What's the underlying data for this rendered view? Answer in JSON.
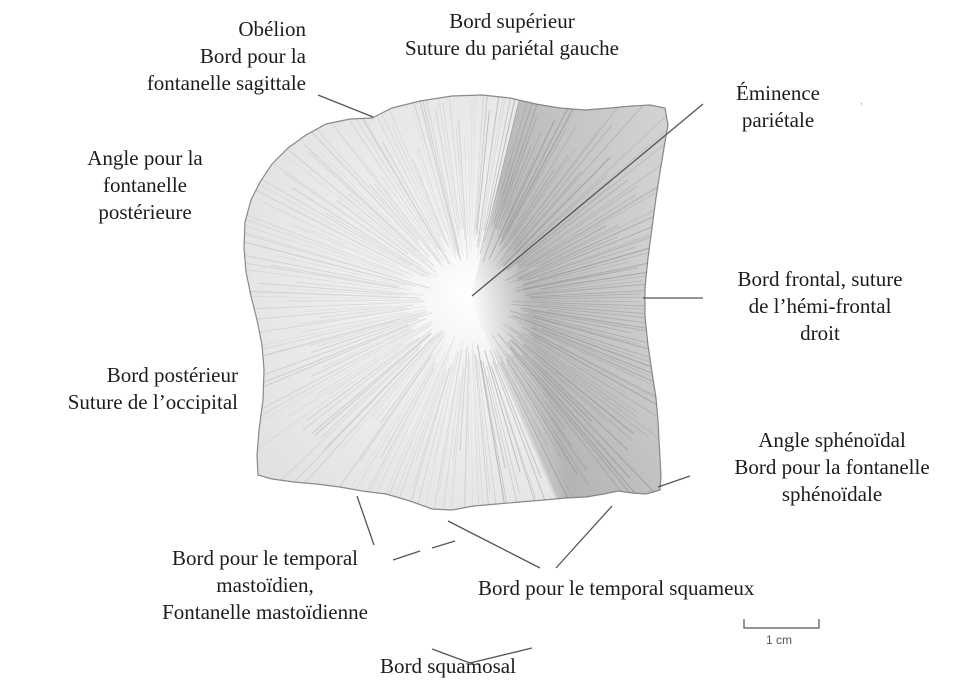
{
  "labels": {
    "obelion": [
      "Obélion",
      "Bord pour la",
      "fontanelle sagittale"
    ],
    "bord_superieur": [
      "Bord supérieur",
      "Suture du pariétal gauche"
    ],
    "eminence": [
      "Éminence",
      "pariétale"
    ],
    "angle_posterieure": [
      "Angle pour la",
      "fontanelle",
      "postérieure"
    ],
    "bord_frontal": [
      "Bord frontal, suture",
      "de l’hémi-frontal",
      "droit"
    ],
    "bord_posterieur": [
      "Bord postérieur",
      "Suture de l’occipital"
    ],
    "angle_sphenoidal": [
      "Angle sphénoïdal",
      "Bord pour la fontanelle",
      "sphénoïdale"
    ],
    "temporal_mastoidien": [
      "Bord pour le temporal",
      "mastoïdien,",
      "Fontanelle mastoïdienne"
    ],
    "temporal_squameux": [
      "Bord pour le temporal squameux"
    ],
    "squamosal": [
      "Bord squamosal"
    ]
  },
  "scale": {
    "text": "1 cm"
  },
  "colors": {
    "line": "#555555",
    "bone_light": "#f4f4f4",
    "bone_dark": "#9a9a9a"
  }
}
